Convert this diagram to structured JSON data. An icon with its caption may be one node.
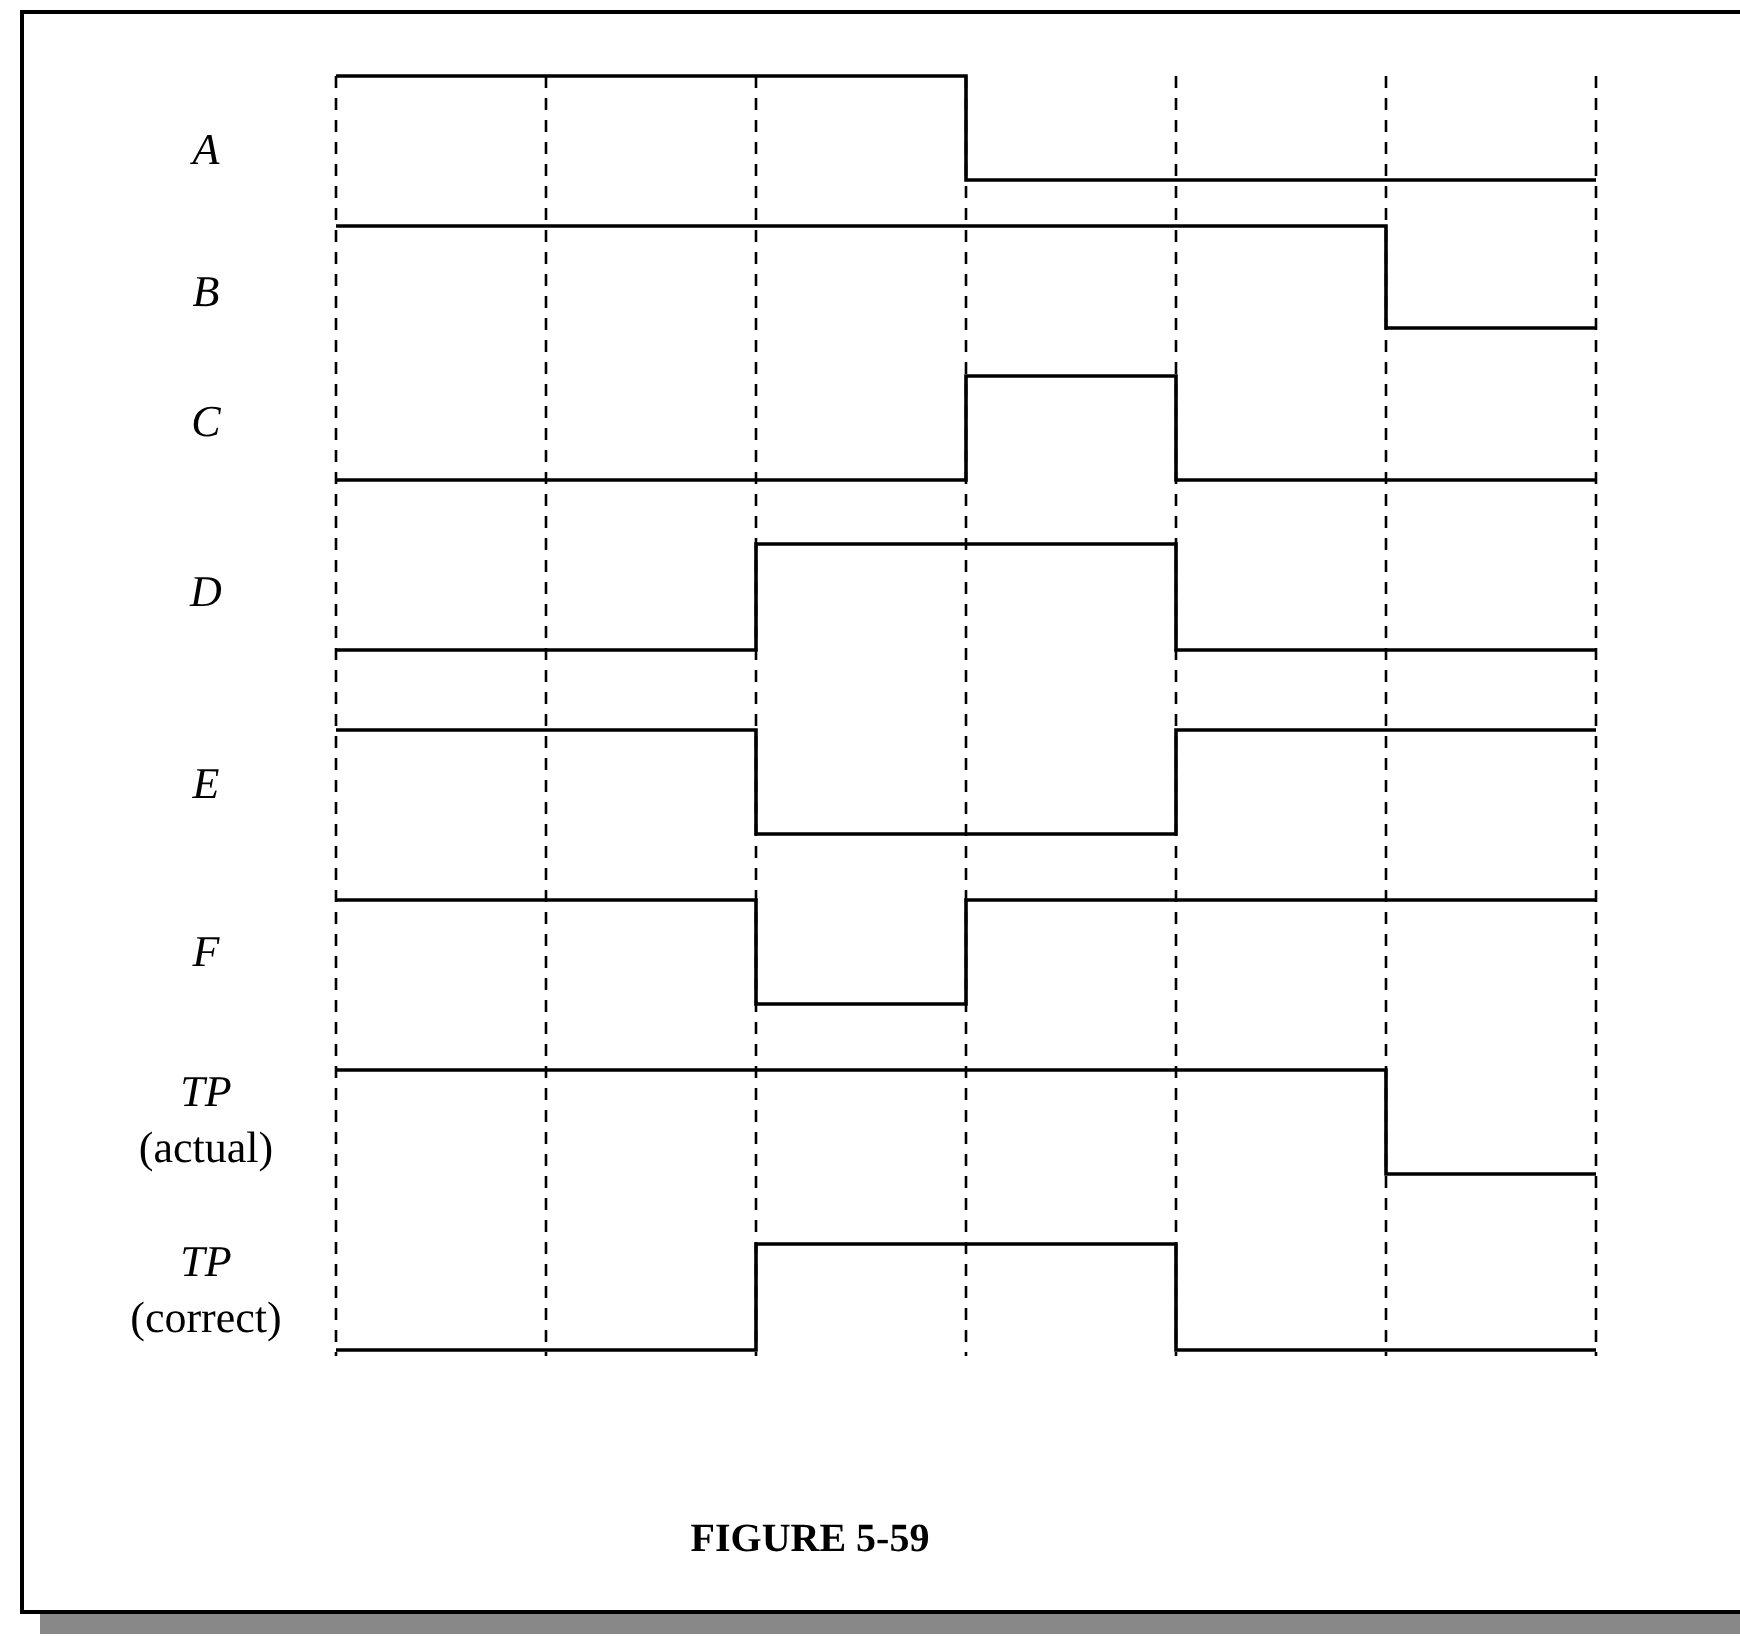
{
  "diagram": {
    "caption": "FIGURE 5-59",
    "labels": [
      "A",
      "B",
      "C",
      "D",
      "E",
      "F",
      "*TP* (actual)",
      "*TP* (correct)"
    ]
  }
}
